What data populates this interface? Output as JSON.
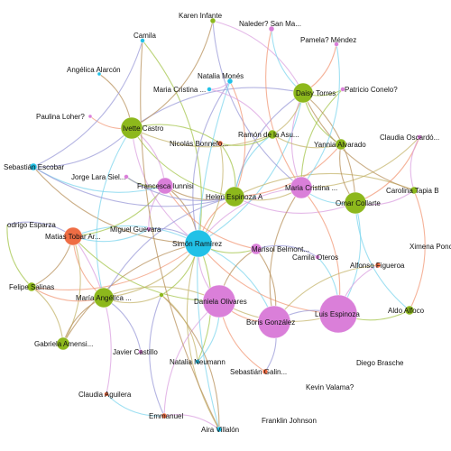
{
  "colors": {
    "green": "#8db81c",
    "pink": "#da7fd9",
    "cyan": "#21c1e7",
    "orange": "#ef6d44",
    "edge_palette": [
      "#a6c64d",
      "#dba1e0",
      "#7fd6ee",
      "#f19a78",
      "#b8925c",
      "#9b9bd8",
      "#c5b56d"
    ]
  },
  "nodes": [
    {
      "id": "karen",
      "label": "Karen Infante",
      "group": "green"
    },
    {
      "id": "naleder",
      "label": "Naleder? San Ma...",
      "group": "pink"
    },
    {
      "id": "camila",
      "label": "Camila",
      "group": "cyan"
    },
    {
      "id": "pamela",
      "label": "Pamela? Méndez",
      "group": "pink"
    },
    {
      "id": "angelica",
      "label": "Angélica Alarcón",
      "group": "cyan"
    },
    {
      "id": "natalia_m",
      "label": "Natalia Monés",
      "group": "cyan"
    },
    {
      "id": "daisy",
      "label": "Daisy Torres",
      "group": "green"
    },
    {
      "id": "patricio",
      "label": "Patricio Conelo?",
      "group": "pink"
    },
    {
      "id": "mcristina1",
      "label": "Maria Cristina ...",
      "group": "cyan"
    },
    {
      "id": "paulina",
      "label": "Paulina Loher?",
      "group": "pink"
    },
    {
      "id": "ivette",
      "label": "Ivette Castro",
      "group": "green"
    },
    {
      "id": "ramon",
      "label": "Ramón de la Asu...",
      "group": "green"
    },
    {
      "id": "claudia_o",
      "label": "Claudia Oscardó...",
      "group": "pink"
    },
    {
      "id": "nicolas",
      "label": "Nicolás Bonnefo...",
      "group": "orange"
    },
    {
      "id": "yannia",
      "label": "Yannia Alvarado",
      "group": "green"
    },
    {
      "id": "sebastian_e",
      "label": "Sebastián Escobar",
      "group": "cyan"
    },
    {
      "id": "jorge",
      "label": "Jorge Lara Siel...",
      "group": "pink"
    },
    {
      "id": "francesca",
      "label": "Francesca Iunnisi",
      "group": "pink"
    },
    {
      "id": "helen",
      "label": "Helen Espinoza A",
      "group": "green"
    },
    {
      "id": "mcristina2",
      "label": "Maria Cristina ...",
      "group": "pink"
    },
    {
      "id": "omar",
      "label": "Omar Collarte",
      "group": "green"
    },
    {
      "id": "carolina",
      "label": "Carolina Tapia B",
      "group": "green"
    },
    {
      "id": "rodrigo",
      "label": "odrigo Esparza",
      "group": "green"
    },
    {
      "id": "miguel",
      "label": "Miguel Guevara",
      "group": "pink"
    },
    {
      "id": "matias",
      "label": "Matias Tobar Ar...",
      "group": "orange"
    },
    {
      "id": "simon",
      "label": "Simón Ramírez",
      "group": "cyan"
    },
    {
      "id": "marisol",
      "label": "Marisol Belmont...",
      "group": "pink"
    },
    {
      "id": "ximena",
      "label": "Ximena Ponc",
      "group": "pink"
    },
    {
      "id": "camila_o",
      "label": "Camila Oteros",
      "group": "pink"
    },
    {
      "id": "alfonso",
      "label": "Alfonso Figueroa",
      "group": "orange"
    },
    {
      "id": "felipe",
      "label": "Felipe Salinas",
      "group": "green"
    },
    {
      "id": "mangelica",
      "label": "María Angélica ...",
      "group": "green"
    },
    {
      "id": "daniela",
      "label": "Daniela Olivares",
      "group": "pink"
    },
    {
      "id": "boris",
      "label": "Boris González",
      "group": "pink"
    },
    {
      "id": "luis",
      "label": "Luis Espinoza",
      "group": "pink"
    },
    {
      "id": "aldo",
      "label": "Aldo Alfoco",
      "group": "green"
    },
    {
      "id": "hub",
      "label": "",
      "group": "green"
    },
    {
      "id": "gabriela",
      "label": "Gabriela Amensi...",
      "group": "green"
    },
    {
      "id": "javier",
      "label": "Javier Castillo",
      "group": "pink"
    },
    {
      "id": "natalia_n",
      "label": "Natalia Neumann",
      "group": "cyan"
    },
    {
      "id": "diego",
      "label": "Diego Brasche",
      "group": "pink"
    },
    {
      "id": "sebastian_g",
      "label": "Sebastián Galin...",
      "group": "orange"
    },
    {
      "id": "kevin",
      "label": "Kevin Valama?",
      "group": "pink"
    },
    {
      "id": "claudia_a",
      "label": "Claudia Aguilera",
      "group": "orange"
    },
    {
      "id": "emmanuel",
      "label": "Emmanuel",
      "group": "orange"
    },
    {
      "id": "aira",
      "label": "Aira Villalón",
      "group": "cyan"
    },
    {
      "id": "franklin",
      "label": "Franklin Johnson",
      "group": "pink"
    }
  ],
  "edges": [
    [
      "simon",
      "camila"
    ],
    [
      "simon",
      "ivette"
    ],
    [
      "simon",
      "matias"
    ],
    [
      "simon",
      "helen"
    ],
    [
      "simon",
      "francesca"
    ],
    [
      "simon",
      "natalia_m"
    ],
    [
      "simon",
      "aira"
    ],
    [
      "simon",
      "natalia_n"
    ],
    [
      "simon",
      "daniela"
    ],
    [
      "simon",
      "boris"
    ],
    [
      "simon",
      "luis"
    ],
    [
      "simon",
      "sebastian_e"
    ],
    [
      "simon",
      "miguel"
    ],
    [
      "simon",
      "mangelica"
    ],
    [
      "simon",
      "marisol"
    ],
    [
      "simon",
      "mcristina2"
    ],
    [
      "simon",
      "daisy"
    ],
    [
      "simon",
      "felipe"
    ],
    [
      "simon",
      "gabriela"
    ],
    [
      "helen",
      "daisy"
    ],
    [
      "helen",
      "mcristina2"
    ],
    [
      "helen",
      "ivette"
    ],
    [
      "helen",
      "omar"
    ],
    [
      "helen",
      "ramon"
    ],
    [
      "helen",
      "yannia"
    ],
    [
      "helen",
      "francesca"
    ],
    [
      "helen",
      "mangelica"
    ],
    [
      "helen",
      "carolina"
    ],
    [
      "helen",
      "nicolas"
    ],
    [
      "mcristina2",
      "daisy"
    ],
    [
      "mcristina2",
      "omar"
    ],
    [
      "mcristina2",
      "luis"
    ],
    [
      "mcristina2",
      "boris"
    ],
    [
      "mcristina2",
      "karen"
    ],
    [
      "mcristina2",
      "claudia_o"
    ],
    [
      "mcristina2",
      "patricio"
    ],
    [
      "daisy",
      "karen"
    ],
    [
      "daisy",
      "naleder"
    ],
    [
      "daisy",
      "pamela"
    ],
    [
      "daisy",
      "omar"
    ],
    [
      "daisy",
      "ivette"
    ],
    [
      "daisy",
      "ramon"
    ],
    [
      "daisy",
      "yannia"
    ],
    [
      "ivette",
      "francesca"
    ],
    [
      "ivette",
      "mangelica"
    ],
    [
      "ivette",
      "paulina"
    ],
    [
      "ivette",
      "angelica"
    ],
    [
      "ivette",
      "sebastian_e"
    ],
    [
      "ivette",
      "ramon"
    ],
    [
      "ivette",
      "nicolas"
    ],
    [
      "omar",
      "carolina"
    ],
    [
      "omar",
      "luis"
    ],
    [
      "omar",
      "claudia_o"
    ],
    [
      "omar",
      "yannia"
    ],
    [
      "luis",
      "boris"
    ],
    [
      "luis",
      "daniela"
    ],
    [
      "luis",
      "aldo"
    ],
    [
      "luis",
      "alfonso"
    ],
    [
      "luis",
      "camila_o"
    ],
    [
      "boris",
      "daniela"
    ],
    [
      "boris",
      "marisol"
    ],
    [
      "boris",
      "sebastian_g"
    ],
    [
      "daniela",
      "mangelica"
    ],
    [
      "daniela",
      "matias"
    ],
    [
      "daniela",
      "emmanuel"
    ],
    [
      "daniela",
      "natalia_n"
    ],
    [
      "matias",
      "mangelica"
    ],
    [
      "matias",
      "felipe"
    ],
    [
      "matias",
      "rodrigo"
    ],
    [
      "matias",
      "gabriela"
    ],
    [
      "matias",
      "francesca"
    ],
    [
      "matias",
      "claudia_a"
    ],
    [
      "matias",
      "miguel"
    ],
    [
      "mangelica",
      "felipe"
    ],
    [
      "mangelica",
      "gabriela"
    ],
    [
      "mangelica",
      "javier"
    ],
    [
      "mangelica",
      "hub"
    ],
    [
      "francesca",
      "jorge"
    ],
    [
      "francesca",
      "miguel"
    ],
    [
      "francesca",
      "sebastian_e"
    ],
    [
      "francesca",
      "marisol"
    ],
    [
      "hub",
      "aira"
    ],
    [
      "hub",
      "emmanuel"
    ],
    [
      "hub",
      "natalia_n"
    ],
    [
      "hub",
      "simon"
    ],
    [
      "natalia_m",
      "mcristina1"
    ],
    [
      "natalia_m",
      "aira"
    ],
    [
      "natalia_m",
      "helen"
    ],
    [
      "camila",
      "aira"
    ],
    [
      "camila",
      "sebastian_e"
    ],
    [
      "ramon",
      "yannia"
    ],
    [
      "ramon",
      "nicolas"
    ],
    [
      "ramon",
      "mcristina1"
    ],
    [
      "aldo",
      "omar"
    ],
    [
      "aldo",
      "carolina"
    ],
    [
      "carolina",
      "daisy"
    ],
    [
      "sebastian_e",
      "helen"
    ],
    [
      "felipe",
      "gabriela"
    ],
    [
      "rodrigo",
      "felipe"
    ],
    [
      "emmanuel",
      "aira"
    ],
    [
      "claudia_a",
      "emmanuel"
    ],
    [
      "sebastian_g",
      "daniela"
    ],
    [
      "marisol",
      "daniela"
    ],
    [
      "marisol",
      "camila_o"
    ],
    [
      "alfonso",
      "boris"
    ],
    [
      "patricio",
      "daisy"
    ],
    [
      "claudia_o",
      "carolina"
    ],
    [
      "pamela",
      "mcristina2"
    ],
    [
      "naleder",
      "mcristina2"
    ],
    [
      "karen",
      "ivette"
    ],
    [
      "jorge",
      "helen"
    ],
    [
      "nicolas",
      "simon"
    ]
  ]
}
